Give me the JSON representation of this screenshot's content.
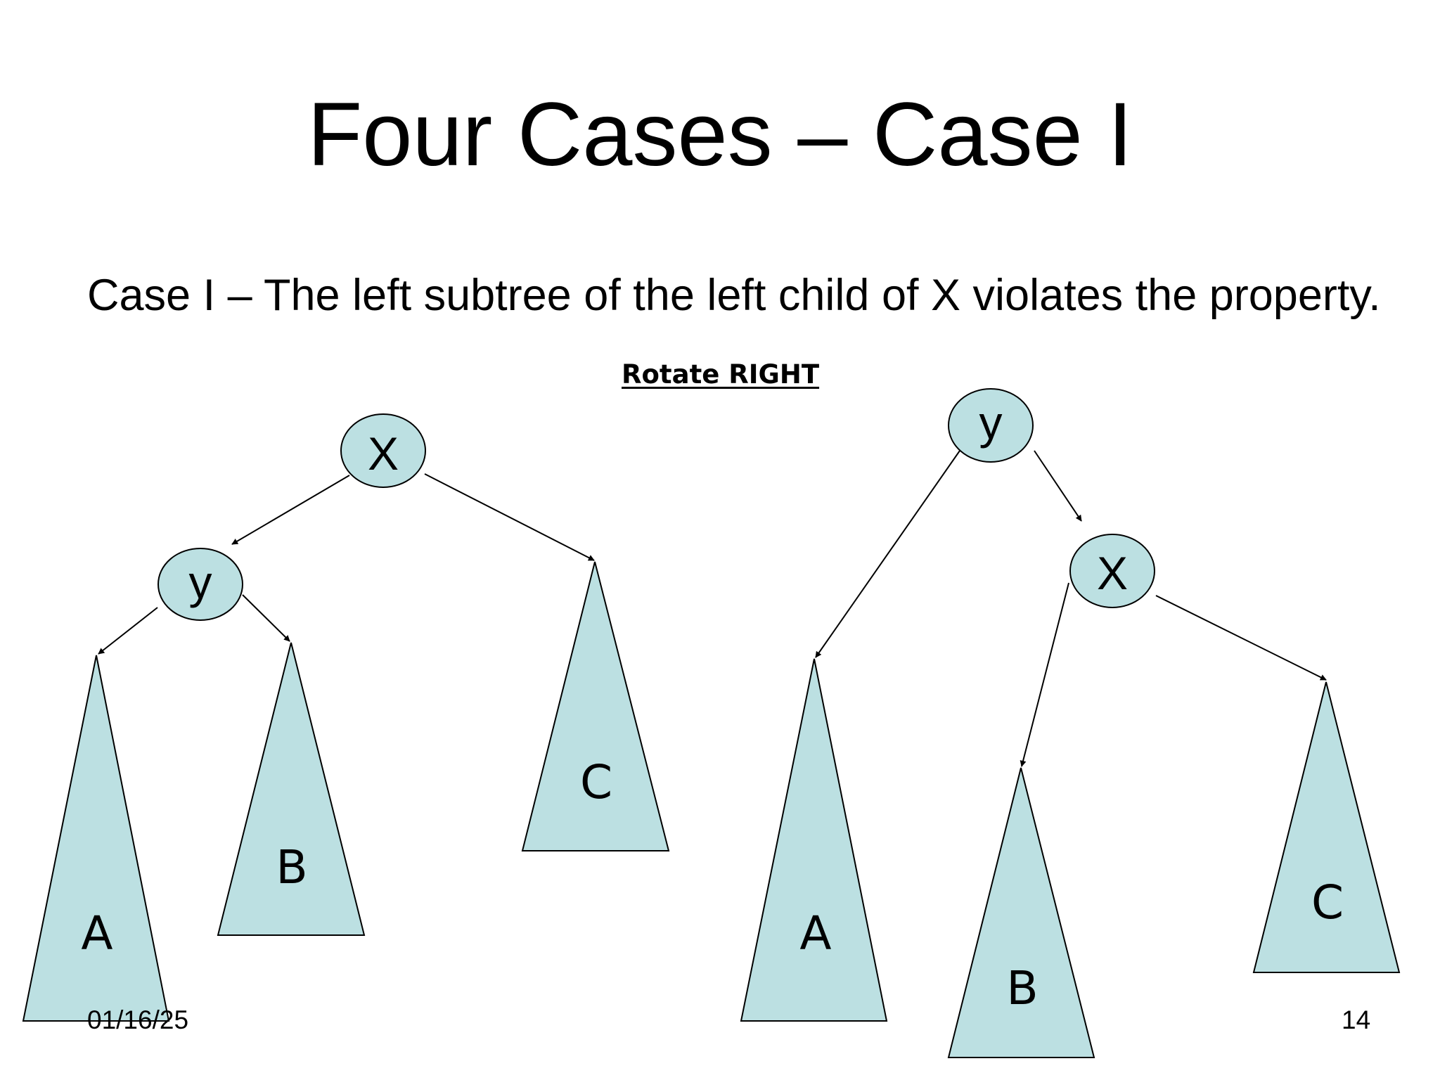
{
  "slide": {
    "title": "Four Cases – Case I",
    "bullet": "Case I – The left subtree of the left child of X violates the property.",
    "rotate_label": "Rotate RIGHT",
    "footer_date": "01/16/25",
    "page_number": "14"
  },
  "diagram": {
    "colors": {
      "fill": "#bce0e2",
      "stroke": "#000000"
    },
    "before": {
      "nodes": {
        "root": "X",
        "child": "y"
      },
      "subtrees": {
        "left": "A",
        "middle": "B",
        "right": "C"
      }
    },
    "after": {
      "nodes": {
        "root": "y",
        "child": "X"
      },
      "subtrees": {
        "left": "A",
        "middle": "B",
        "right": "C"
      }
    }
  }
}
